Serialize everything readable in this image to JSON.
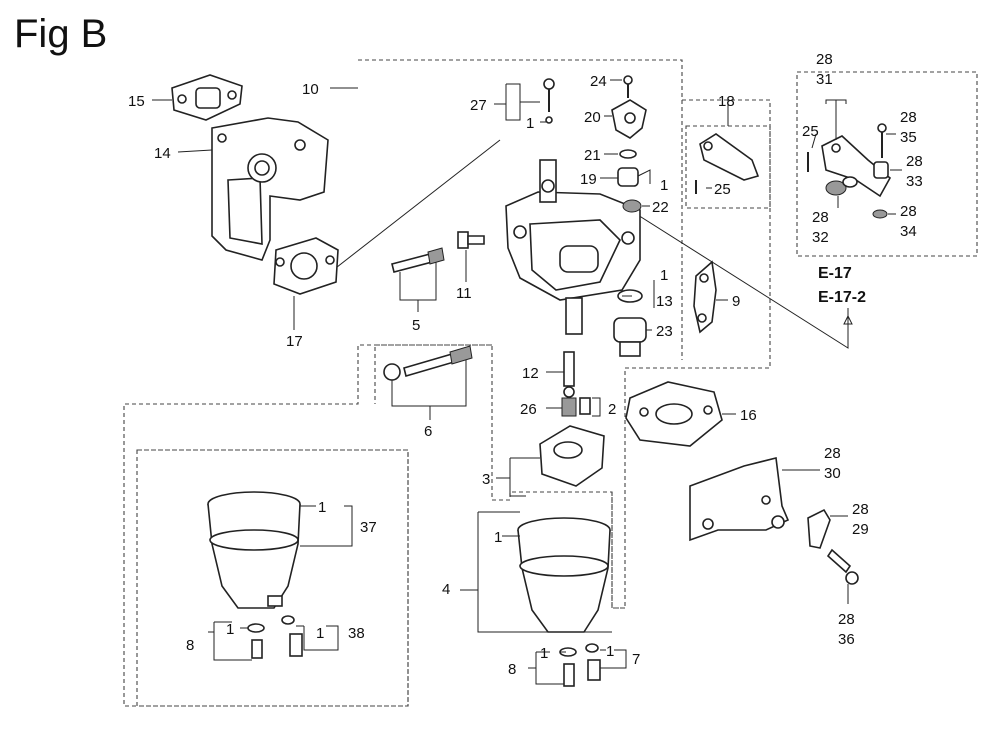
{
  "figure": {
    "title": "Fig B"
  },
  "references": [
    "E-17",
    "E-17-2"
  ],
  "callouts": {
    "c15": "15",
    "c14": "14",
    "c10": "10",
    "c17": "17",
    "c27": "27",
    "c27_1": "1",
    "c24": "24",
    "c20": "20",
    "c21": "21",
    "c19": "19",
    "c19_1": "1",
    "c22": "22",
    "c11": "11",
    "c5": "5",
    "c13": "13",
    "c13_1": "1",
    "c9": "9",
    "c23": "23",
    "c6": "6",
    "c12": "12",
    "c26": "26",
    "c2": "2",
    "c3": "3",
    "c16": "16",
    "c18": "18",
    "c25a": "25",
    "c28a": "28",
    "c31": "31",
    "c25b": "25",
    "c28b": "28",
    "c35": "35",
    "c28c": "28",
    "c33": "33",
    "c28d": "28",
    "c32": "32",
    "c28e": "28",
    "c34": "34",
    "c28f": "28",
    "c30": "30",
    "c28g": "28",
    "c29": "29",
    "c28h": "28",
    "c36": "36",
    "c1_37": "1",
    "c37": "37",
    "c8a": "8",
    "c1_8a": "1",
    "c1_38": "1",
    "c38": "38",
    "c4": "4",
    "c1_4": "1",
    "c8b": "8",
    "c1_8b": "1",
    "c1_7": "1",
    "c7": "7"
  }
}
